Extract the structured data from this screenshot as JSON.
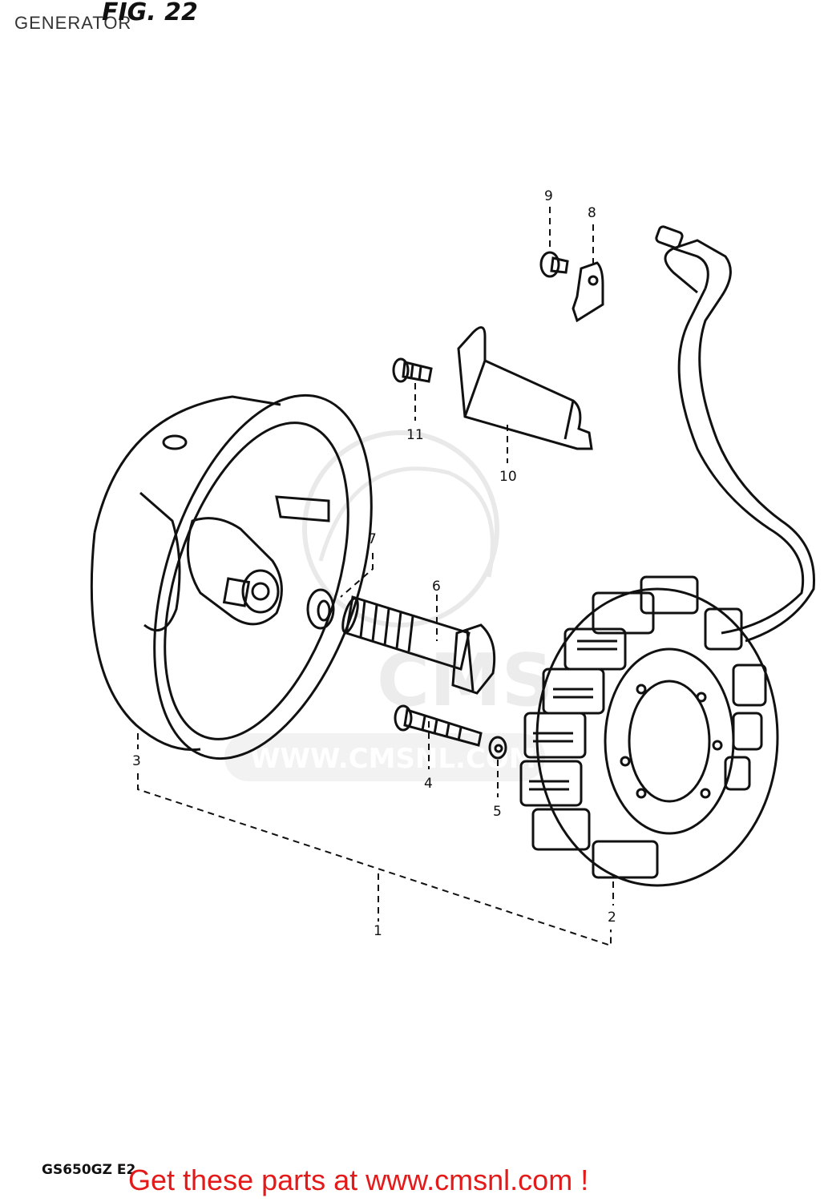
{
  "header": {
    "title": "GENERATOR",
    "figure_label": "FIG. 22"
  },
  "footer": {
    "model_code": "GS650GZ E2",
    "cta": "Get these parts at www.cmsnl.com !"
  },
  "watermark": {
    "logo_text": "CMS",
    "url": "WWW.CMSNL.COM"
  },
  "callouts": [
    "1",
    "2",
    "3",
    "4",
    "5",
    "6",
    "7",
    "8",
    "9",
    "10",
    "11"
  ]
}
